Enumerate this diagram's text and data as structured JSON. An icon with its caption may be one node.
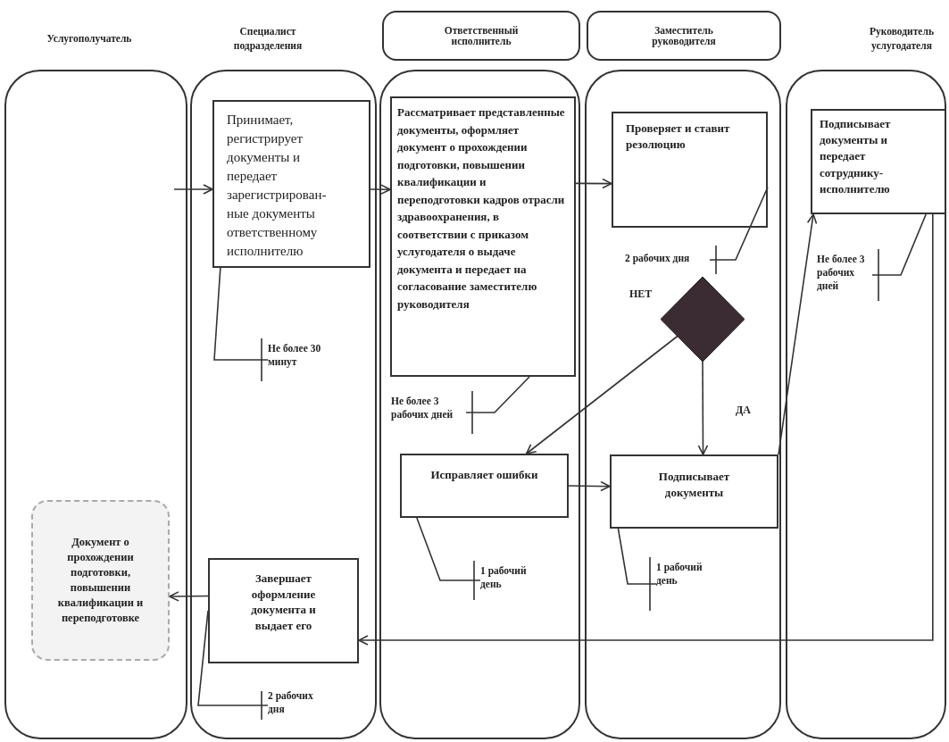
{
  "diagram": {
    "nodes": [
      {
        "text": [
          "Ответственный исполнитель"
        ]
      },
      {
        "text": [
          "Заместитель руководителя"
        ]
      },
      {
        "text": [],
        "shape": "box"
      },
      {
        "text": [],
        "shape": "box"
      },
      {
        "text": [],
        "shape": "box"
      },
      {
        "text": [],
        "shape": "box"
      },
      {
        "text": [],
        "shape": "box"
      },
      {
        "text": [
          "Документ о прохождении подготовки, повышении квалификации и переподготовке"
        ],
        "in": 2
      },
      {
        "text": [
          "Принимает, регистрирует документы и передает зарегистрирован-ные документы ответственному исполнителю"
        ],
        "in": 3
      },
      {
        "text": [
          "Завершает оформление документа и выдает его"
        ],
        "in": 3
      },
      {
        "text": [
          "Рассматривает представленные документы, оформляет документ о прохождении подготовки, повышении квалификации и переподготовки кадров отрасли здравоохранения, в соответствии с приказом услугодателя о выдаче документа и передает на согласование заместителю руководителя"
        ],
        "in": 4
      },
      {
        "text": [
          "Исправляет ошибки"
        ],
        "in": 4
      },
      {
        "text": [
          "Проверяет и ставит резолюцию"
        ],
        "in": 5
      },
      {
        "text": [],
        "shape": "diamond",
        "in": 5
      },
      {
        "text": [
          "Подписывает документы"
        ],
        "in": 5
      },
      {
        "text": [
          "Подписывает документы и передает сотруднику-исполнителю"
        ],
        "in": 6
      },
      {
        "text": [
          "Не более 30 минут"
        ],
        "in": 3
      },
      {
        "text": [
          "2 рабочих дня"
        ],
        "in": 3
      },
      {
        "text": [
          "Не более 3 рабочих дней"
        ],
        "in": 4
      },
      {
        "text": [
          "1 рабочий день"
        ],
        "in": 4
      },
      {
        "text": [
          "2 рабочих дня"
        ],
        "in": 5
      },
      {
        "text": [
          "1 рабочий день"
        ],
        "in": 5
      },
      {
        "text": [
          "Не более 3 рабочих дней"
        ],
        "in": 6
      }
    ],
    "edges": [
      {
        "from": null,
        "to": 8,
        "arrow": "to"
      },
      {
        "from": 8,
        "to": 10,
        "arrow": "to"
      },
      {
        "from": 10,
        "to": 12,
        "arrow": "to"
      },
      {
        "from": 13,
        "to": 11,
        "arrow": "to",
        "label": "НЕТ"
      },
      {
        "from": 13,
        "to": 14,
        "arrow": "to",
        "label": "ДА"
      },
      {
        "from": 11,
        "to": 14,
        "arrow": "to"
      },
      {
        "from": 14,
        "to": 15,
        "arrow": "to"
      },
      {
        "from": 15,
        "to": 9,
        "arrow": "to"
      },
      {
        "from": 9,
        "to": 7,
        "arrow": "to"
      },
      {
        "from": 16,
        "to": 8,
        "arrow": "none"
      },
      {
        "from": 17,
        "to": 9,
        "arrow": "none"
      },
      {
        "from": 18,
        "to": 10,
        "arrow": "none"
      },
      {
        "from": 19,
        "to": 11,
        "arrow": "none"
      },
      {
        "from": 20,
        "to": 12,
        "arrow": "none"
      },
      {
        "from": 21,
        "to": 14,
        "arrow": "none"
      },
      {
        "from": 22,
        "to": 15,
        "arrow": "none"
      }
    ],
    "labels": [
      "Услугополучатель",
      "Специалист подразделения",
      "Руководитель услугодателя"
    ]
  }
}
